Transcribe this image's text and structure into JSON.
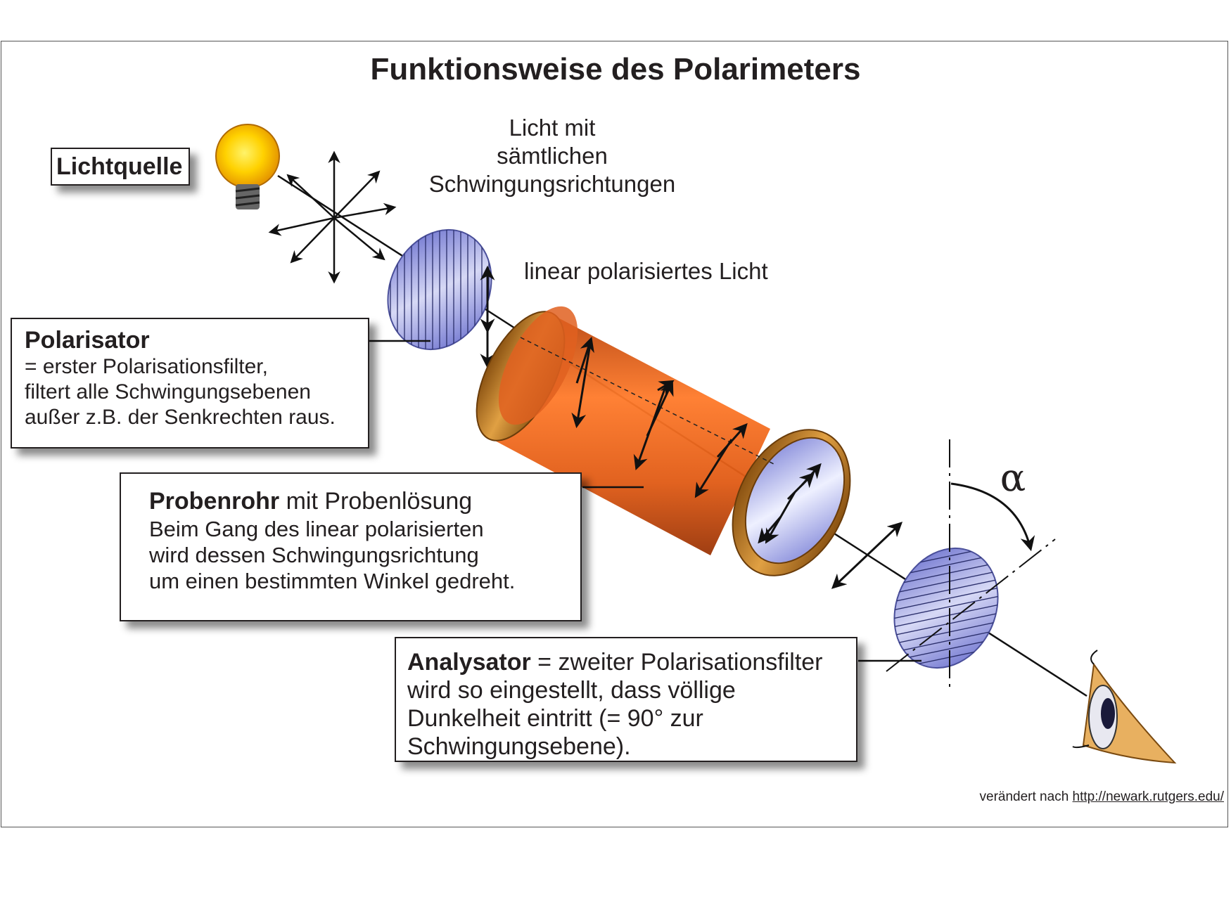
{
  "title": "Funktionsweise des Polarimeters",
  "lichtquelle": "Lichtquelle",
  "light_all": [
    "Licht mit",
    "sämtlichen",
    "Schwingungsrichtungen"
  ],
  "linear_light": "linear polarisiertes Licht",
  "polarisator": {
    "heading": "Polarisator",
    "lines": [
      "= erster Polarisationsfilter,",
      "filtert alle Schwingungsebenen",
      "außer z.B. der Senkrechten raus."
    ]
  },
  "probenrohr": {
    "heading": "Probenrohr",
    "heading_rest": " mit Probenlösung",
    "lines": [
      "Beim Gang des linear polarisierten",
      "wird dessen Schwingungsrichtung",
      "um einen bestimmten Winkel gedreht."
    ]
  },
  "analysator": {
    "heading": "Analysator",
    "heading_rest": " = zweiter Polarisationsfilter",
    "lines": [
      "wird so eingestellt, dass völlige",
      "Dunkelheit eintritt (= 90° zur",
      "Schwingungsebene)."
    ]
  },
  "angle_symbol": "α",
  "credit": {
    "prefix": "verändert nach ",
    "link": "http://newark.rutgers.edu/"
  },
  "colors": {
    "tube_orange": "#e0601a",
    "ring_gold": "#c9822a",
    "filter_blue": "#7a80d6",
    "bulb_yellow": "#ffd100",
    "line": "#231f20"
  }
}
